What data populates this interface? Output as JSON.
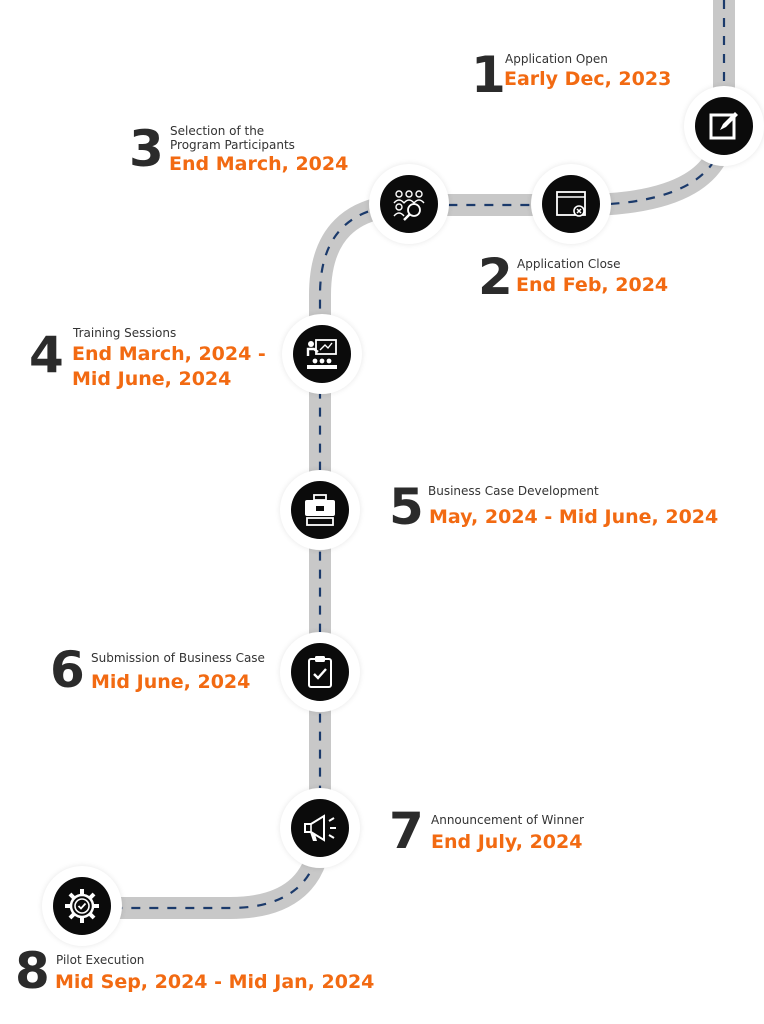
{
  "colors": {
    "road": "#c8c8c8",
    "dash": "#1b3a6b",
    "accent": "#f26a12",
    "number": "#2b2b2b",
    "icon_disc": "#0b0b0b"
  },
  "milestones": [
    {
      "number": "1",
      "label": "Application Open",
      "date": "Early Dec, 2023",
      "icon": "edit-box-icon"
    },
    {
      "number": "2",
      "label": "Application Close",
      "date": "End Feb, 2024",
      "icon": "closed-window-icon"
    },
    {
      "number": "3",
      "label_line1": "Selection of the",
      "label_line2": "Program Participants",
      "date": "End March, 2024",
      "icon": "people-search-icon"
    },
    {
      "number": "4",
      "label": "Training Sessions",
      "date_line1": "End March, 2024 -",
      "date_line2": "Mid June, 2024",
      "icon": "presentation-icon"
    },
    {
      "number": "5",
      "label": "Business Case Development",
      "date": "May, 2024 - Mid June, 2024",
      "icon": "briefcase-icon"
    },
    {
      "number": "6",
      "label": "Submission of Business Case",
      "date": "Mid June, 2024",
      "icon": "clipboard-check-icon"
    },
    {
      "number": "7",
      "label": "Announcement of Winner",
      "date": "End July, 2024",
      "icon": "megaphone-icon"
    },
    {
      "number": "8",
      "label": "Pilot Execution",
      "date": "Mid Sep, 2024 - Mid Jan, 2024",
      "icon": "gear-check-icon"
    }
  ]
}
